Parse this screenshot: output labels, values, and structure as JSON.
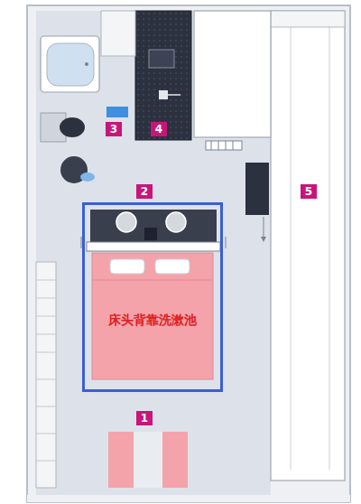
{
  "diagram": {
    "nodes": [
      {
        "text": [
          "3"
        ]
      },
      {
        "text": [
          "4"
        ]
      },
      {
        "text": [
          "2"
        ]
      },
      {
        "text": [
          "5"
        ]
      },
      {
        "text": [
          "床头背靠洗漱池"
        ]
      },
      {
        "text": [
          "1"
        ]
      }
    ]
  }
}
